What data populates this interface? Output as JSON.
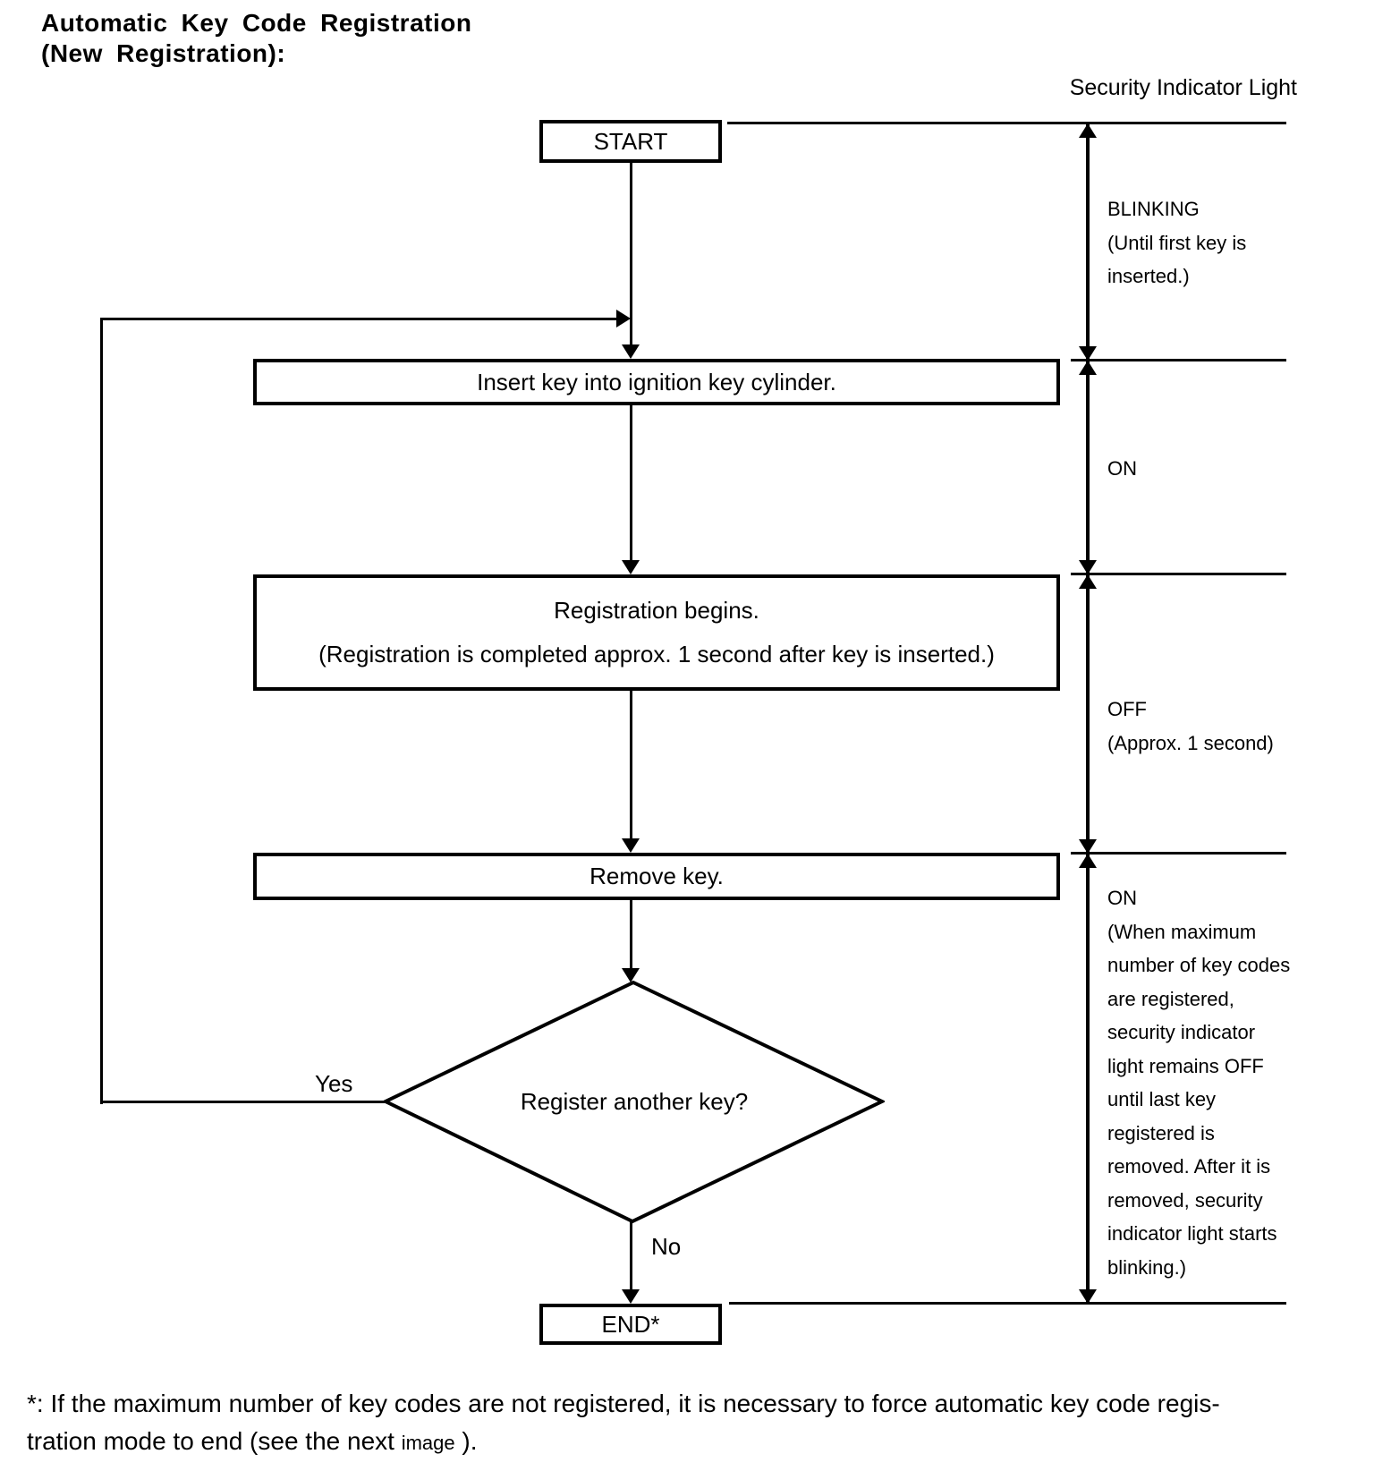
{
  "colors": {
    "ink": "#000000",
    "paper": "#ffffff"
  },
  "title": {
    "line1": "Automatic Key Code Registration",
    "line2": "(New Registration):"
  },
  "indicator_column": {
    "header": "Security Indicator Light",
    "state1": {
      "l1": "BLINKING",
      "l2": "(Until first key is",
      "l3": "inserted.)"
    },
    "state2": {
      "l1": "ON"
    },
    "state3": {
      "l1": "OFF",
      "l2": "(Approx. 1 second)"
    },
    "state4": {
      "l1": "ON",
      "l2": "(When maximum",
      "l3": "number of key codes",
      "l4": "are registered,",
      "l5": "security indicator",
      "l6": "light remains OFF",
      "l7": "until last key",
      "l8": "registered is",
      "l9": "removed. After it is",
      "l10": "removed, security",
      "l11": "indicator light starts",
      "l12": "blinking.)"
    }
  },
  "flowchart": {
    "start_label": "START",
    "step_insert": "Insert key into ignition key cylinder.",
    "step_registration_line1": "Registration begins.",
    "step_registration_line2": "(Registration is completed approx. 1 second after key is inserted.)",
    "step_remove": "Remove key.",
    "decision_label": "Register another key?",
    "branch_yes": "Yes",
    "branch_no": "No",
    "end_label": "END*"
  },
  "footnote": {
    "line1": "*: If the maximum number of key codes are not registered, it is necessary to force automatic key code regis-",
    "line2_start": "tration mode to end (see the next ",
    "line2_word": "image",
    "line2_end": " )."
  }
}
